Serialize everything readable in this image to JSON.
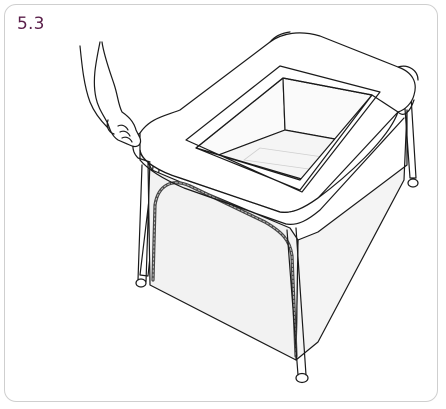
{
  "step": {
    "number": "5.3"
  },
  "illustration": {
    "subject": "travel-cot",
    "action": "hand-pressing-top-rail-hinge"
  },
  "colors": {
    "step_label": "#5a1f4a",
    "panel_border": "#cfcfcf",
    "line": "#1a1a1a",
    "mesh_fill": "#f0f0f0",
    "zip": "#555555"
  }
}
